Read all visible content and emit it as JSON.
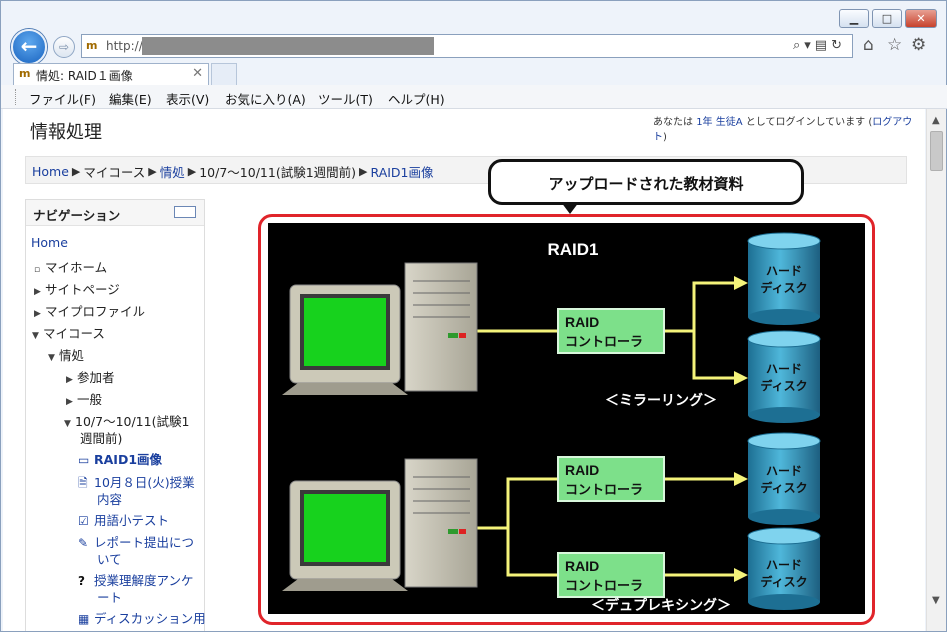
{
  "browser": {
    "url_prefix": "http://",
    "tab_title": "情処: RAID１画像",
    "menu": [
      "ファイル(F)",
      "編集(E)",
      "表示(V)",
      "お気に入り(A)",
      "ツール(T)",
      "ヘルプ(H)"
    ],
    "window_buttons": {
      "minimize": "▁",
      "maximize": "□",
      "close": "✕"
    }
  },
  "page": {
    "site_title": "情報処理",
    "login": {
      "prefix": "あなたは ",
      "user": "1年 生徒A",
      "middle": " としてログインしています (",
      "logout": "ログアウト",
      "suffix": ")"
    },
    "breadcrumb": [
      "Home",
      "マイコース",
      "情処",
      "10/7～10/11(試験1週間前)",
      "RAID1画像"
    ],
    "nav": {
      "title": "ナビゲーション",
      "home": "Home",
      "my_home": "マイホーム",
      "site_pages": "サイトページ",
      "my_profile": "マイプロファイル",
      "my_courses": "マイコース",
      "course": "情処",
      "participants": "参加者",
      "general": "一般",
      "week_line1": "10/7～10/11(試験1",
      "week_line2": "週間前)",
      "items": [
        {
          "line1": "RAID1画像",
          "line2": ""
        },
        {
          "line1": "10月８日(火)授業",
          "line2": "内容"
        },
        {
          "line1": "用語小テスト",
          "line2": ""
        },
        {
          "line1": "レポート提出につ",
          "line2": "いて"
        },
        {
          "line1": "授業理解度アンケ",
          "line2": "ート"
        },
        {
          "line1": "ディスカッション用",
          "line2": ""
        }
      ]
    }
  },
  "annotation": "アップロードされた教材資料",
  "diagram": {
    "title": "RAID1",
    "controller_line1": "RAID",
    "controller_line2": "コントローラ",
    "disk_line1": "ハード",
    "disk_line2": "ディスク",
    "mirroring_label": "＜ミラーリング＞",
    "duplexing_label": "＜デュプレキシング＞"
  },
  "colors": {
    "frame": "#e0242a",
    "link": "#1a3f9e",
    "controller": "#7de08a",
    "disk": "#4fb7da",
    "cable": "#f4f37a"
  }
}
